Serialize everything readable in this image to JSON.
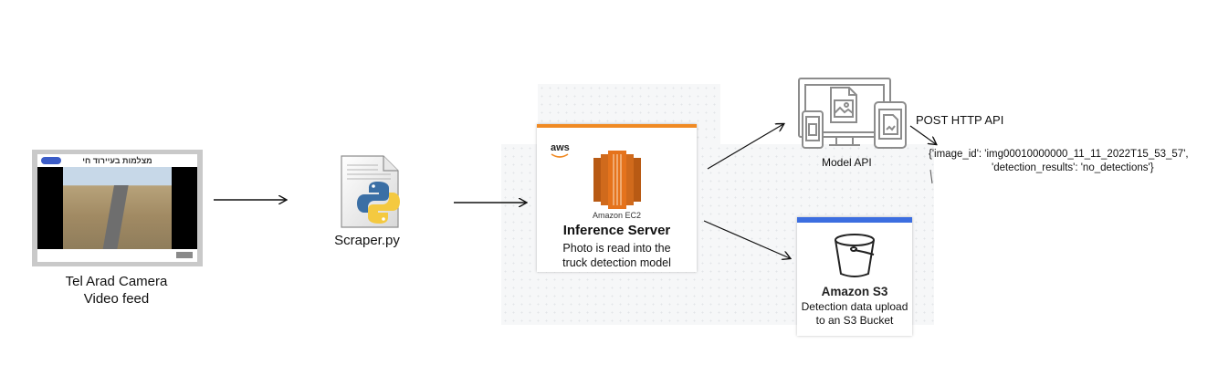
{
  "camera": {
    "overlay_title": "מצלמות בעיירוד חי",
    "caption_line1": "Tel Arad Camera",
    "caption_line2": "Video feed",
    "icon": "camera-feed-thumbnail"
  },
  "scraper": {
    "label": "Scraper.py",
    "icon": "python-file-icon"
  },
  "inference_server": {
    "aws_logo": "aws",
    "service_label": "Amazon EC2",
    "title": "Inference Server",
    "description_line1": "Photo is read into the",
    "description_line2": "truck detection model",
    "icon": "ec2-icon"
  },
  "model_api": {
    "label": "Model API",
    "icon": "devices-icon",
    "post_label": "POST HTTP API",
    "response_line1": "{'image_id': 'img00010000000_11_11_2022T15_53_57',",
    "response_line2": "'detection_results': 'no_detections'}"
  },
  "s3": {
    "title": "Amazon S3",
    "description_line1": "Detection data upload",
    "description_line2": "to an S3 Bucket",
    "icon": "s3-bucket-icon"
  },
  "colors": {
    "ec2_orange": "#e5731c",
    "ec2_border": "#f08a24",
    "s3_border": "#3c6ee0",
    "python_blue": "#3b6fa5",
    "python_yellow": "#f4c940"
  }
}
